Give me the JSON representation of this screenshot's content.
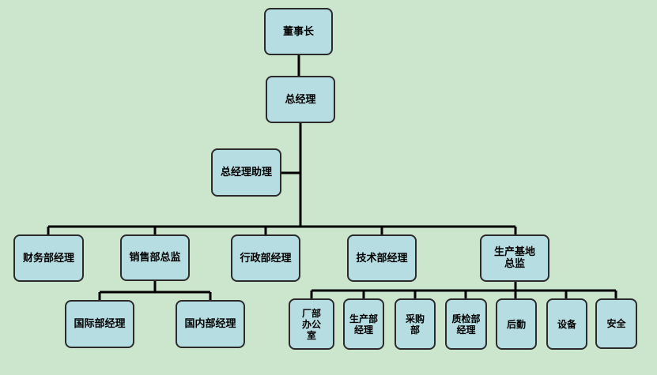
{
  "org_chart": {
    "chairman": "董事长",
    "general_manager": "总经理",
    "gm_assistant": "总经理助理",
    "departments": {
      "finance": "财务部经理",
      "sales": "销售部总监",
      "admin": "行政部经理",
      "tech": "技术部经理",
      "production_base": "生产基地总监"
    },
    "sales_subunits": {
      "international": "国际部经理",
      "domestic": "国内部经理"
    },
    "production_subunits": {
      "factory_office": "厂部办公室",
      "production": "生产部经理",
      "purchasing": "采购部",
      "quality": "质检部经理",
      "logistics": "后勤",
      "equipment": "设备",
      "safety": "安全"
    }
  },
  "colors": {
    "background": "#cbe6cd",
    "node_fill": "#b5dde2",
    "line": "#000000"
  }
}
